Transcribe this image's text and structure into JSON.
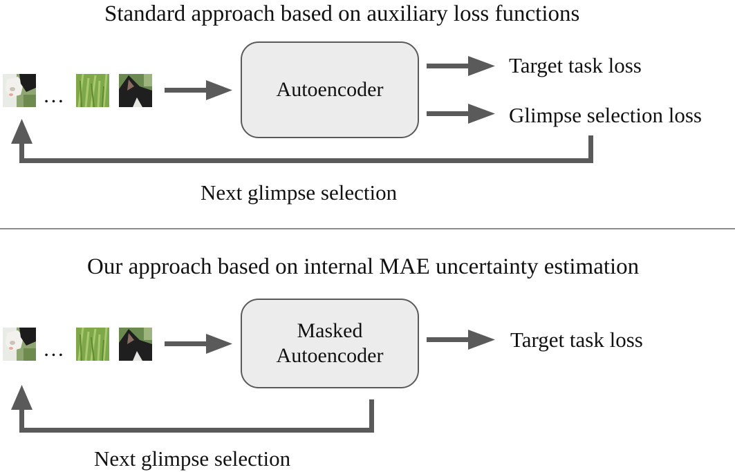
{
  "top": {
    "title": "Standard approach based on auxiliary loss functions",
    "box_lines": [
      "Autoencoder"
    ],
    "output_1": "Target task loss",
    "output_2": "Glimpse selection loss",
    "feedback_label": "Next glimpse selection",
    "ellipsis": "…"
  },
  "bottom": {
    "title": "Our approach based on internal MAE uncertainty estimation",
    "box_lines": [
      "Masked",
      "Autoencoder"
    ],
    "output_1": "Target task loss",
    "feedback_label": "Next glimpse selection",
    "ellipsis": "…"
  },
  "glimpses": [
    "cat-face-patch",
    "grass-patch",
    "cat-ear-patch"
  ],
  "colors": {
    "arrow": "#5a5a5a",
    "box_fill": "#ececec",
    "box_border": "#5a5a5a",
    "divider": "#8c8c8c"
  }
}
